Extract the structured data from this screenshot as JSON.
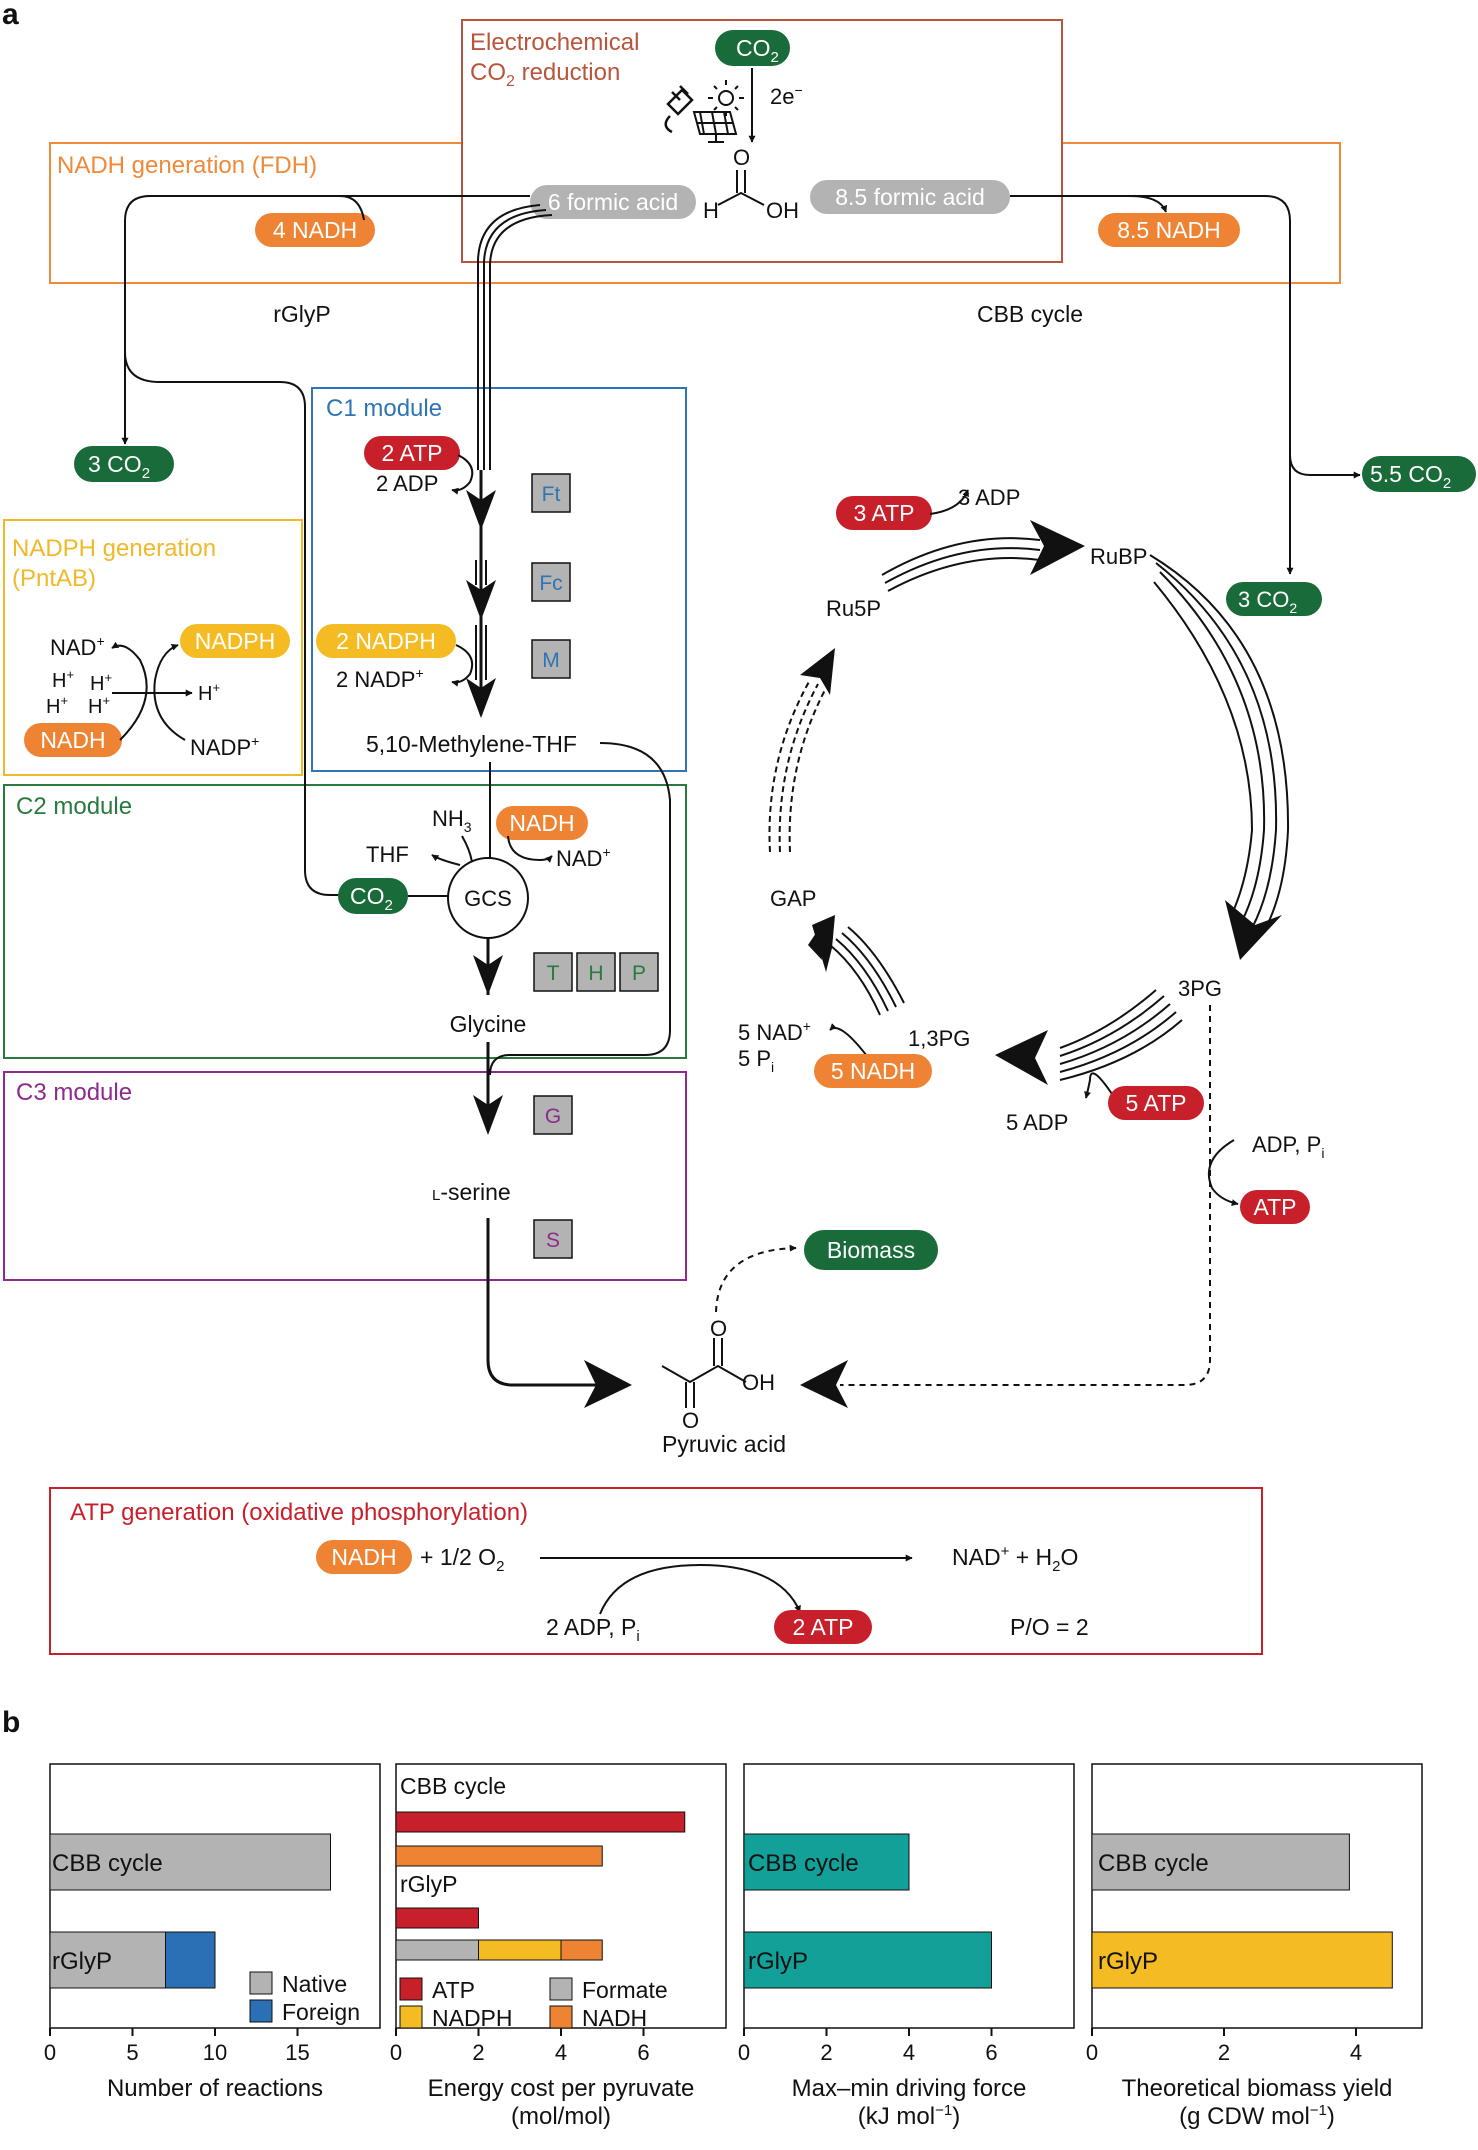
{
  "panel_a": {
    "label": "a",
    "boxes": {
      "electro_title1": "Electrochemical",
      "electro_title2": "CO",
      "electro_title2_sub": "2",
      "electro_title2_rest": " reduction",
      "fdh_title": "NADH generation (FDH)",
      "pntab_title1": "NADPH generation",
      "pntab_title2": "(PntAB)",
      "c1_title": "C1 module",
      "c2_title": "C2 module",
      "c3_title": "C3 module",
      "atp_title": "ATP generation (oxidative phosphorylation)"
    },
    "electro": {
      "co2": "CO",
      "co2_sub": "2",
      "electrons": "2e",
      "electrons_sup": "−",
      "formic_left": "6 formic acid",
      "formic_right": "8.5 formic acid",
      "h": "H",
      "o": "O",
      "oh": "OH"
    },
    "fdh": {
      "nadh_left": "4 NADH",
      "nadh_right": "8.5 NADH",
      "rglyp": "rGlyP",
      "cbb": "CBB cycle",
      "co2_left": "3 CO",
      "co2_right": "5.5 CO",
      "sub2": "2"
    },
    "pntab": {
      "nad": "NAD",
      "nadph": "NADPH",
      "nadh": "NADH",
      "nadp": "NADP",
      "h": "H",
      "plus": "+"
    },
    "c1": {
      "atp": "2 ATP",
      "adp": "2 ADP",
      "nadph": "2 NADPH",
      "nadp": "2 NADP",
      "plus": "+",
      "enz_ft": "Ft",
      "enz_fc": "Fc",
      "enz_m": "M",
      "product": "5,10-Methylene-THF"
    },
    "c2": {
      "nh3": "NH",
      "nh3_sub": "3",
      "nadh": "NADH",
      "thf": "THF",
      "nad": "NAD",
      "plus": "+",
      "co2": "CO",
      "co2_sub": "2",
      "gcs": "GCS",
      "enz_t": "T",
      "enz_h": "H",
      "enz_p": "P",
      "product": "Glycine"
    },
    "c3": {
      "enz_g": "G",
      "enz_s": "S",
      "product_prefix": "L",
      "product": "-serine"
    },
    "cbb": {
      "atp3": "3 ATP",
      "adp3": "3 ADP",
      "rubp": "RuBP",
      "ru5p": "Ru5P",
      "co2_3": "3 CO",
      "sub2": "2",
      "gap": "GAP",
      "pg3": "3PG",
      "bpg13": "1,3PG",
      "nad5": "5 NAD",
      "plus": "+",
      "pi5": "5 P",
      "pi_sub": "i",
      "nadh5": "5 NADH",
      "adp5": "5 ADP",
      "atp5": "5 ATP",
      "adp_pi": "ADP, P",
      "atp": "ATP"
    },
    "pyruvate": {
      "biomass": "Biomass",
      "o_top": "O",
      "o_bottom": "O",
      "oh": "OH",
      "name": "Pyruvic acid"
    },
    "atpgen": {
      "nadh": "NADH",
      "o2": "+ 1/2 O",
      "o2_sub": "2",
      "nad": "NAD",
      "plus": "+",
      "h2o": " + H",
      "h2o_sub": "2",
      "h2o_o": "O",
      "adp": "2 ADP, P",
      "adp_sub": "i",
      "atp": "2 ATP",
      "po": "P/O = 2"
    }
  },
  "panel_b": {
    "label": "b",
    "legend1": {
      "native": "Native",
      "foreign": "Foreign"
    },
    "legend2": {
      "atp": "ATP",
      "nadph": "NADPH",
      "formate": "Formate",
      "nadh": "NADH"
    }
  },
  "colors": {
    "green": "#1a6b3a",
    "orange": "#ee8334",
    "red": "#c8202b",
    "yellow": "#f5bb22",
    "gray": "#b3b3b3",
    "blue": "#2b6fb5",
    "teal": "#12a098",
    "fdh_orange": "#ee8a3a",
    "electro_brown": "#b9553a",
    "c1_blue": "#2f75b5",
    "c2_green": "#287a3e",
    "c3_purple": "#8c2b8c",
    "pntab_yellow": "#f0b92a",
    "atp_red": "#c8202b"
  },
  "chart_data": [
    {
      "type": "bar",
      "orientation": "horizontal",
      "xlabel": "Number of reactions",
      "xlim": [
        0,
        20
      ],
      "xticks": [
        0,
        5,
        10,
        15
      ],
      "categories": [
        "CBB cycle",
        "rGlyP"
      ],
      "series": [
        {
          "name": "Native",
          "color": "#b3b3b3",
          "values": [
            17,
            7
          ]
        },
        {
          "name": "Foreign",
          "color": "#2b6fb5",
          "values": [
            0,
            3
          ]
        }
      ]
    },
    {
      "type": "bar",
      "orientation": "horizontal",
      "xlabel": "Energy cost per pyruvate",
      "xlabel2": "(mol/mol)",
      "xlim": [
        0,
        8
      ],
      "xticks": [
        0,
        2,
        4,
        6
      ],
      "groups": [
        {
          "label": "CBB cycle",
          "bars": [
            [
              {
                "name": "ATP",
                "value": 7,
                "color": "#c8202b"
              }
            ],
            [
              {
                "name": "NADH",
                "value": 5,
                "color": "#ee8334"
              }
            ]
          ]
        },
        {
          "label": "rGlyP",
          "bars": [
            [
              {
                "name": "ATP",
                "value": 2,
                "color": "#c8202b"
              }
            ],
            [
              {
                "name": "Formate",
                "value": 2,
                "color": "#b3b3b3"
              },
              {
                "name": "NADPH",
                "value": 2,
                "color": "#f5bb22"
              },
              {
                "name": "NADH",
                "value": 1,
                "color": "#ee8334"
              }
            ]
          ]
        }
      ]
    },
    {
      "type": "bar",
      "orientation": "horizontal",
      "xlabel": "Max–min driving force",
      "xlabel2": "(kJ mol",
      "xlabel2_sup": "−1",
      "xlabel2_end": ")",
      "xlim": [
        0,
        8
      ],
      "xticks": [
        0,
        2,
        4,
        6
      ],
      "categories": [
        "CBB cycle",
        "rGlyP"
      ],
      "values": [
        4,
        6
      ],
      "color": "#12a098"
    },
    {
      "type": "bar",
      "orientation": "horizontal",
      "xlabel": "Theoretical biomass yield",
      "xlabel2": "(g CDW mol",
      "xlabel2_sup": "−1",
      "xlabel2_end": ")",
      "xlim": [
        0,
        5
      ],
      "xticks": [
        0,
        2,
        4
      ],
      "categories": [
        "CBB cycle",
        "rGlyP"
      ],
      "values": [
        3.9,
        4.55
      ],
      "colors": [
        "#b3b3b3",
        "#f5bb22"
      ]
    }
  ]
}
